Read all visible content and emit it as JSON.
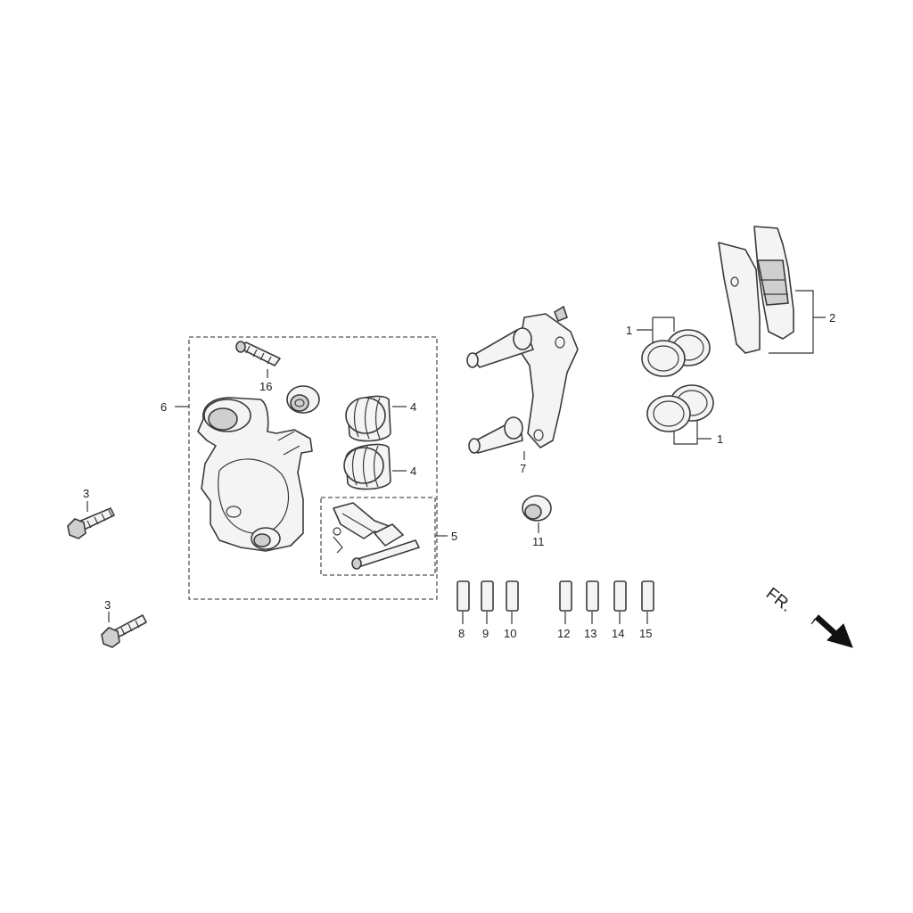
{
  "callouts": {
    "p1_top": "1",
    "p1_bottom": "1",
    "p2": "2",
    "p3_top": "3",
    "p3_bottom": "3",
    "p4_top": "4",
    "p4_bottom": "4",
    "p5": "5",
    "p6": "6",
    "p7": "7",
    "p8": "8",
    "p9": "9",
    "p10": "10",
    "p11": "11",
    "p12": "12",
    "p13": "13",
    "p14": "14",
    "p15": "15",
    "p16": "16"
  },
  "direction_label": "FR.",
  "direction_icon": "arrow-down-right-icon"
}
